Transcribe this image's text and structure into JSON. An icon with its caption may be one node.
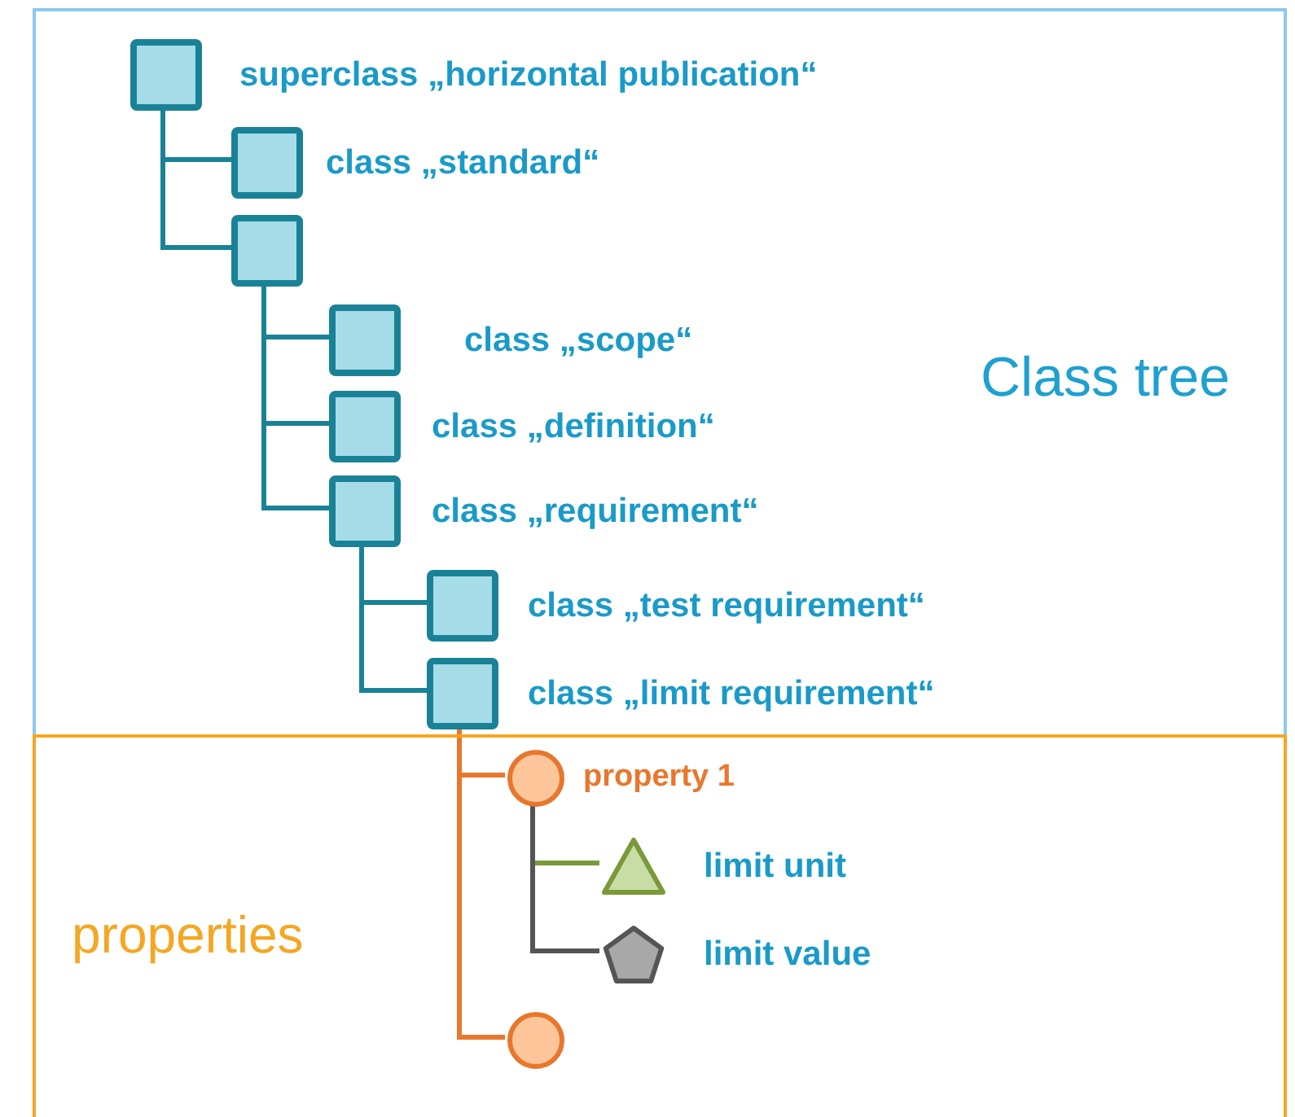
{
  "diagram": {
    "nodes": [
      {
        "text": [
          "Class tree"
        ]
      },
      {
        "text": [],
        "shape": "box",
        "beside": [
          "superclass „horizontal publication“"
        ],
        "in": 0
      },
      {
        "text": [],
        "shape": "box",
        "beside": [
          "class „standard“"
        ],
        "in": 0
      },
      {
        "text": [],
        "shape": "box",
        "in": 0
      },
      {
        "text": [],
        "shape": "box",
        "beside": [
          "class „scope“"
        ],
        "in": 0
      },
      {
        "text": [],
        "shape": "box",
        "beside": [
          "class „definition“"
        ],
        "in": 0
      },
      {
        "text": [],
        "shape": "box",
        "beside": [
          "class „requirement“"
        ],
        "in": 0
      },
      {
        "text": [],
        "shape": "box",
        "beside": [
          "class „test requirement“"
        ],
        "in": 0
      },
      {
        "text": [],
        "shape": "box",
        "beside": [
          "class „limit requirement“"
        ],
        "in": 0
      },
      {
        "text": [
          "properties"
        ]
      },
      {
        "text": [],
        "shape": "circle",
        "beside": [
          "property 1"
        ],
        "in": 9
      },
      {
        "text": [],
        "shape": "triangle",
        "beside": [
          "limit unit"
        ],
        "in": 9
      },
      {
        "text": [],
        "shape": "pentagon",
        "beside": [
          "limit value"
        ],
        "in": 9
      },
      {
        "text": [],
        "shape": "circle",
        "in": 9
      }
    ],
    "edges": [
      {
        "from": 1,
        "to": 2,
        "arrow": "none"
      },
      {
        "from": 1,
        "to": 3,
        "arrow": "none"
      },
      {
        "from": 3,
        "to": 4,
        "arrow": "none"
      },
      {
        "from": 3,
        "to": 5,
        "arrow": "none"
      },
      {
        "from": 3,
        "to": 6,
        "arrow": "none"
      },
      {
        "from": 6,
        "to": 7,
        "arrow": "none"
      },
      {
        "from": 6,
        "to": 8,
        "arrow": "none"
      },
      {
        "from": 8,
        "to": 10,
        "arrow": "none",
        "color": "#e8772e"
      },
      {
        "from": 8,
        "to": 13,
        "arrow": "none",
        "color": "#e8772e"
      },
      {
        "from": 10,
        "to": 11,
        "arrow": "none",
        "color": "#7a9a3a"
      },
      {
        "from": 10,
        "to": 12,
        "arrow": "none",
        "color": "#555555"
      }
    ]
  }
}
